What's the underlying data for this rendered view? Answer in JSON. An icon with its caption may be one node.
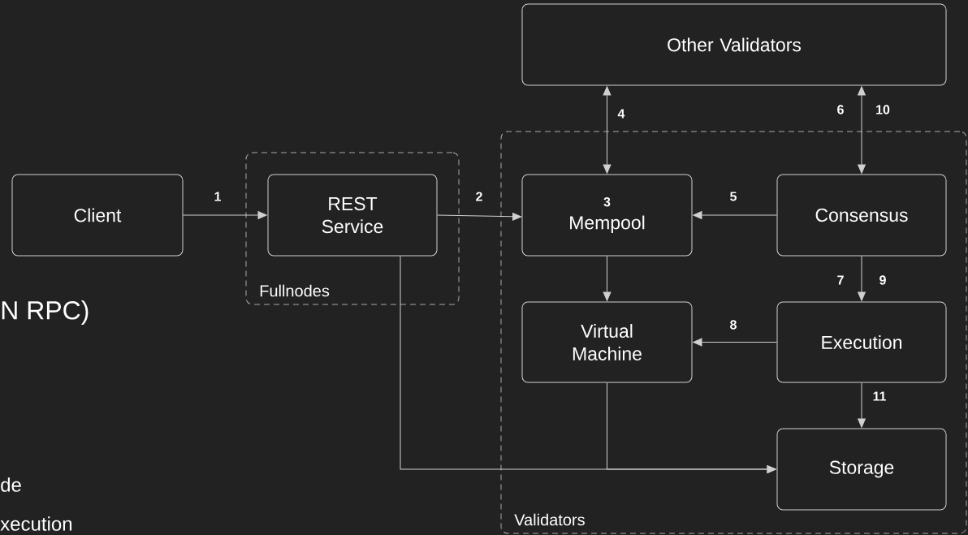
{
  "diagram": {
    "nodes": [
      {
        "text": [
          "Client"
        ]
      },
      {
        "text": [
          "Fullnodes"
        ]
      },
      {
        "text": [
          "REST Service"
        ],
        "in": 1
      },
      {
        "text": [
          "Other Validators"
        ]
      },
      {
        "text": [
          "Validators"
        ]
      },
      {
        "text": [
          "3",
          "Mempool"
        ],
        "in": 4
      },
      {
        "text": [
          "Consensus"
        ],
        "in": 4
      },
      {
        "text": [
          "Virtual Machine"
        ],
        "in": 4
      },
      {
        "text": [
          "Execution"
        ],
        "in": 4
      },
      {
        "text": [
          "Storage"
        ],
        "in": 4
      }
    ],
    "edges": [
      {
        "from": 0,
        "to": 2,
        "arrow": "to",
        "label": "1"
      },
      {
        "from": 2,
        "to": 5,
        "arrow": "to",
        "label": "2"
      },
      {
        "from": 3,
        "to": 5,
        "arrow": "both",
        "label": "4"
      },
      {
        "from": 6,
        "to": 5,
        "arrow": "to",
        "label": "5"
      },
      {
        "from": 3,
        "to": 6,
        "arrow": "both",
        "label": "6"
      },
      {
        "from": 5,
        "to": 7,
        "arrow": "to"
      },
      {
        "from": 6,
        "to": 8,
        "arrow": "to",
        "label": "7"
      },
      {
        "from": 8,
        "to": 7,
        "arrow": "to",
        "label": "8"
      },
      {
        "from": 8,
        "to": 9,
        "arrow": "to",
        "label": "11"
      },
      {
        "from": 2,
        "to": 9,
        "arrow": "to"
      },
      {
        "from": 7,
        "to": 9,
        "arrow": "to"
      }
    ],
    "labels": [
      "10",
      "9",
      "N RPC)",
      "de",
      "xecution"
    ]
  }
}
